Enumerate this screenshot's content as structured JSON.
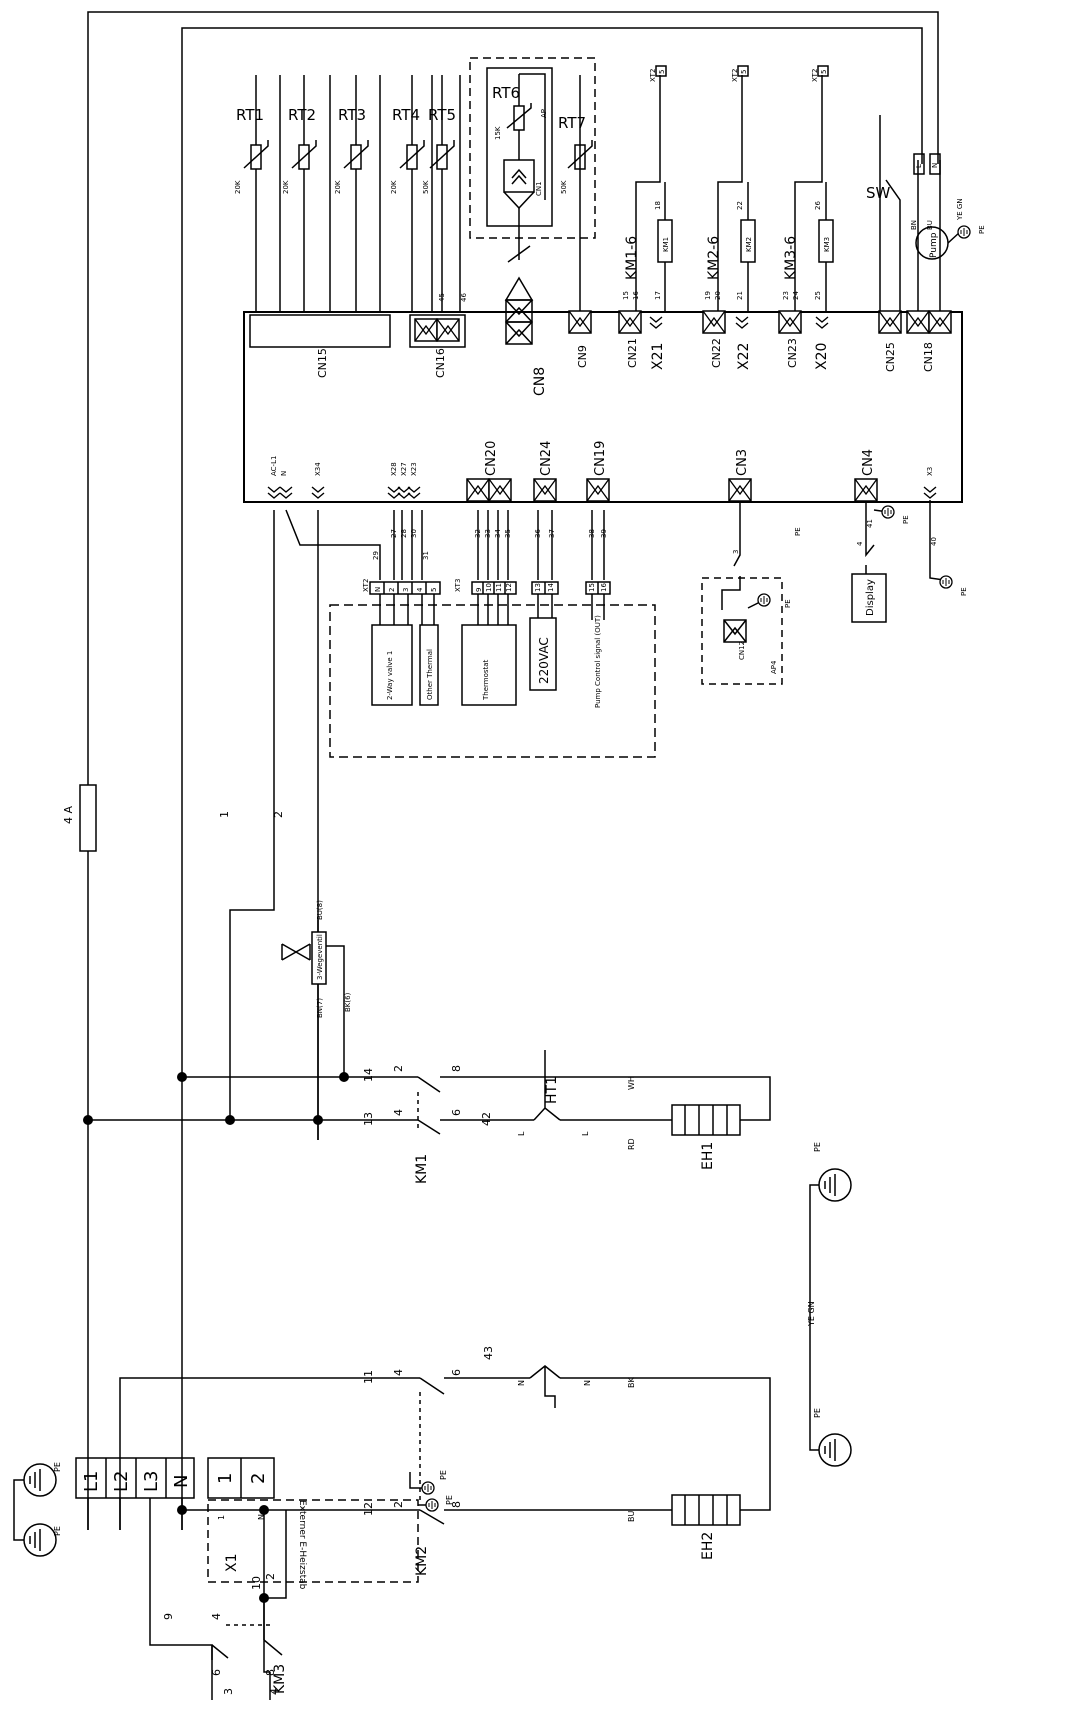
{
  "board": {
    "top_connectors": [
      "CN15",
      "CN16",
      "CN8",
      "CN9",
      "CN21",
      "X21",
      "CN22",
      "X22",
      "CN23",
      "X20",
      "CN25",
      "CN18"
    ],
    "bottom_connectors": [
      "CN20",
      "CN24",
      "CN19",
      "CN3",
      "CN4"
    ],
    "terminal_labels": [
      "AC-L1",
      "N",
      "X34",
      "X28",
      "X27",
      "X23",
      "X3"
    ]
  },
  "sensors": [
    {
      "name": "RT1",
      "value": "20K"
    },
    {
      "name": "RT2",
      "value": "20K"
    },
    {
      "name": "RT3",
      "value": "20K"
    },
    {
      "name": "RT4",
      "value": "20K"
    },
    {
      "name": "RT5",
      "value": "50K"
    },
    {
      "name": "RT6",
      "value": "15K"
    },
    {
      "name": "RT7",
      "value": "50K"
    }
  ],
  "rt6_box": {
    "cn1": "CN1",
    "ap": "AP"
  },
  "relays": [
    {
      "name": "KM1-6",
      "coil": "KM1",
      "pins": [
        "15",
        "16",
        "17",
        "18"
      ],
      "xt": "XT2",
      "term": "5"
    },
    {
      "name": "KM2-6",
      "coil": "KM2",
      "pins": [
        "19",
        "20",
        "21",
        "22"
      ],
      "xt": "XT2",
      "term": "5"
    },
    {
      "name": "KM3-6",
      "coil": "KM3",
      "pins": [
        "23",
        "24",
        "25",
        "26"
      ],
      "xt": "XT2",
      "term": "5"
    }
  ],
  "sw": "SW",
  "pump": {
    "label": "Pump",
    "bn": "BN",
    "bu": "BU",
    "l": "L",
    "n": "N",
    "yegn": "YE GN",
    "pe": "PE"
  },
  "cn16_pins": [
    "45",
    "46"
  ],
  "external_box": {
    "xt2": "XT2",
    "xt2_terms": [
      "N",
      "2",
      "3",
      "4",
      "5"
    ],
    "wire_numbers": [
      "29",
      "27",
      "28",
      "30",
      "31"
    ],
    "valve": "2-Way valve 1",
    "thermal": "Other Thermal",
    "xt3": "XT3",
    "xt3_terms": [
      "9",
      "10",
      "11",
      "12"
    ],
    "xt3_wires": [
      "32",
      "33",
      "34",
      "35"
    ],
    "thermostat": "Thermostat",
    "v220_terms": [
      "13",
      "14"
    ],
    "v220_wires": [
      "36",
      "37"
    ],
    "v220": "220VAC",
    "pump_terms": [
      "15",
      "16"
    ],
    "pump_wires": [
      "38",
      "39"
    ],
    "pump_ctrl": "Pump Control signal (OUT)"
  },
  "cn3": {
    "wire": "3",
    "cn12": "CN12",
    "ap4": "AP4",
    "pe": "PE"
  },
  "cn4": {
    "display": "Display",
    "wire4": "4",
    "wire41": "41",
    "pe": "PE"
  },
  "x3": {
    "wire": "40",
    "pe": "PE"
  },
  "valve3": {
    "bu": "BU(8)",
    "bn": "BN(7)",
    "bk": "BK(6)",
    "label": "3-Wegeventil"
  },
  "fuse": "4 A",
  "wire_labels": {
    "w1": "1",
    "w2": "2",
    "w9": "9",
    "w10": "10"
  },
  "km1": {
    "name": "KM1",
    "pins": [
      "14",
      "13",
      "2",
      "4",
      "8",
      "6"
    ],
    "w42": "42"
  },
  "km2": {
    "name": "KM2",
    "pins": [
      "11",
      "12",
      "4",
      "2",
      "6",
      "8"
    ],
    "w43": "43"
  },
  "km3": {
    "name": "KM3",
    "pins": [
      "4",
      "2",
      "6",
      "8",
      "3",
      "4"
    ]
  },
  "ht1": {
    "name": "HT1",
    "l1": "L",
    "l2": "L",
    "n1": "N",
    "n2": "N"
  },
  "eh1": {
    "name": "EH1",
    "wh": "WH",
    "rd": "RD"
  },
  "eh2": {
    "name": "EH2",
    "bk": "BK",
    "bu": "BU"
  },
  "earth": {
    "pe": "PE",
    "yegn": "YE GN"
  },
  "mains": {
    "terms": [
      "L1",
      "L2",
      "L3",
      "N"
    ],
    "pe": "PE"
  },
  "x1": {
    "name": "X1",
    "terms": [
      "1",
      "2"
    ],
    "ext": "Externer E-Heizstab",
    "t1": "1",
    "tn": "N",
    "pe": "PE"
  }
}
